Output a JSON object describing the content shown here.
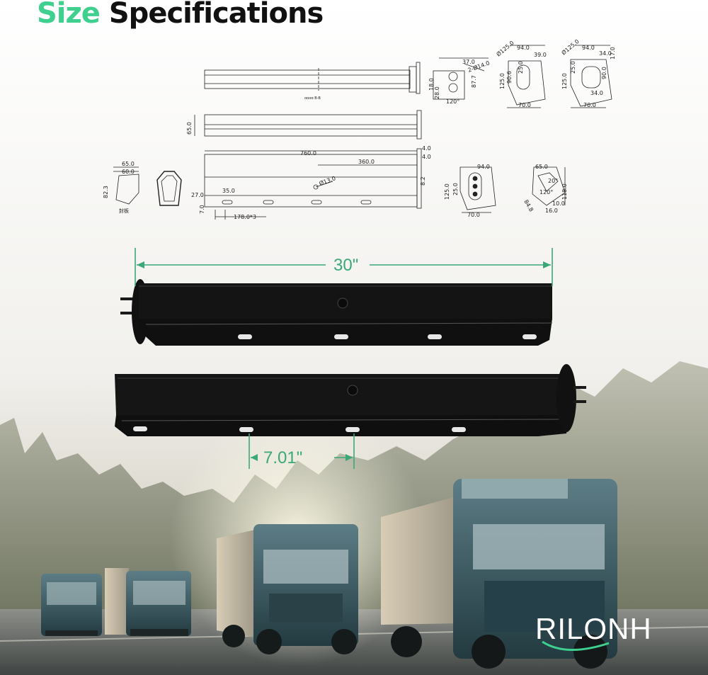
{
  "title": {
    "accent": "Size",
    "rest": "Specifications"
  },
  "colors": {
    "accent": "#3fcf8e",
    "dimension_line": "#3aa977",
    "bracket": "#121212"
  },
  "drawing": {
    "top_view": {
      "section_label": "ɑɑɑɑ B-B"
    },
    "front_right_a": {
      "d1": "37.0",
      "d2": "18.0",
      "d3": "28.0",
      "d4": "120°",
      "d5": "87.7",
      "d6": "2-Ø14.0"
    },
    "front_right_b": {
      "top": "94.0",
      "right": "39.0",
      "h1": "125.0",
      "h2": "90.6",
      "h3": "25.0",
      "bottom": "70.0",
      "dia": "Ø125.0"
    },
    "front_right_c": {
      "top": "94.0",
      "right": "34.0",
      "h1": "125.0",
      "h2": "25.0",
      "h3": "90.0",
      "inner": "34.0",
      "bottom": "70.0",
      "dia": "Ø125.0",
      "r": "17.0"
    },
    "side_view": {
      "height": "65.0"
    },
    "main_view": {
      "length": "760.0",
      "mid": "360.0",
      "hole": "Ø13.0",
      "r1": "4.0",
      "r2": "4.0",
      "r3": "8.2",
      "left1": "27.0",
      "left2": "7.0",
      "slot_w": "35.0",
      "slot_pitch": "178.0*3"
    },
    "left_profile": {
      "w1": "65.0",
      "w2": "60.0",
      "h": "82.3",
      "label": "封板"
    },
    "right_profile_a": {
      "top": "94.0",
      "h1": "125.0",
      "h2": "25.0",
      "bottom": "70.0"
    },
    "right_profile_b": {
      "top": "65.0",
      "a1": "20°",
      "a2": "120°",
      "h": "118.0",
      "d": "10.0",
      "w": "16.0",
      "s": "84.8"
    }
  },
  "dimensions": {
    "length": "30\"",
    "slot_spacing": "7.01\""
  },
  "brand": {
    "name": "RILONH"
  }
}
